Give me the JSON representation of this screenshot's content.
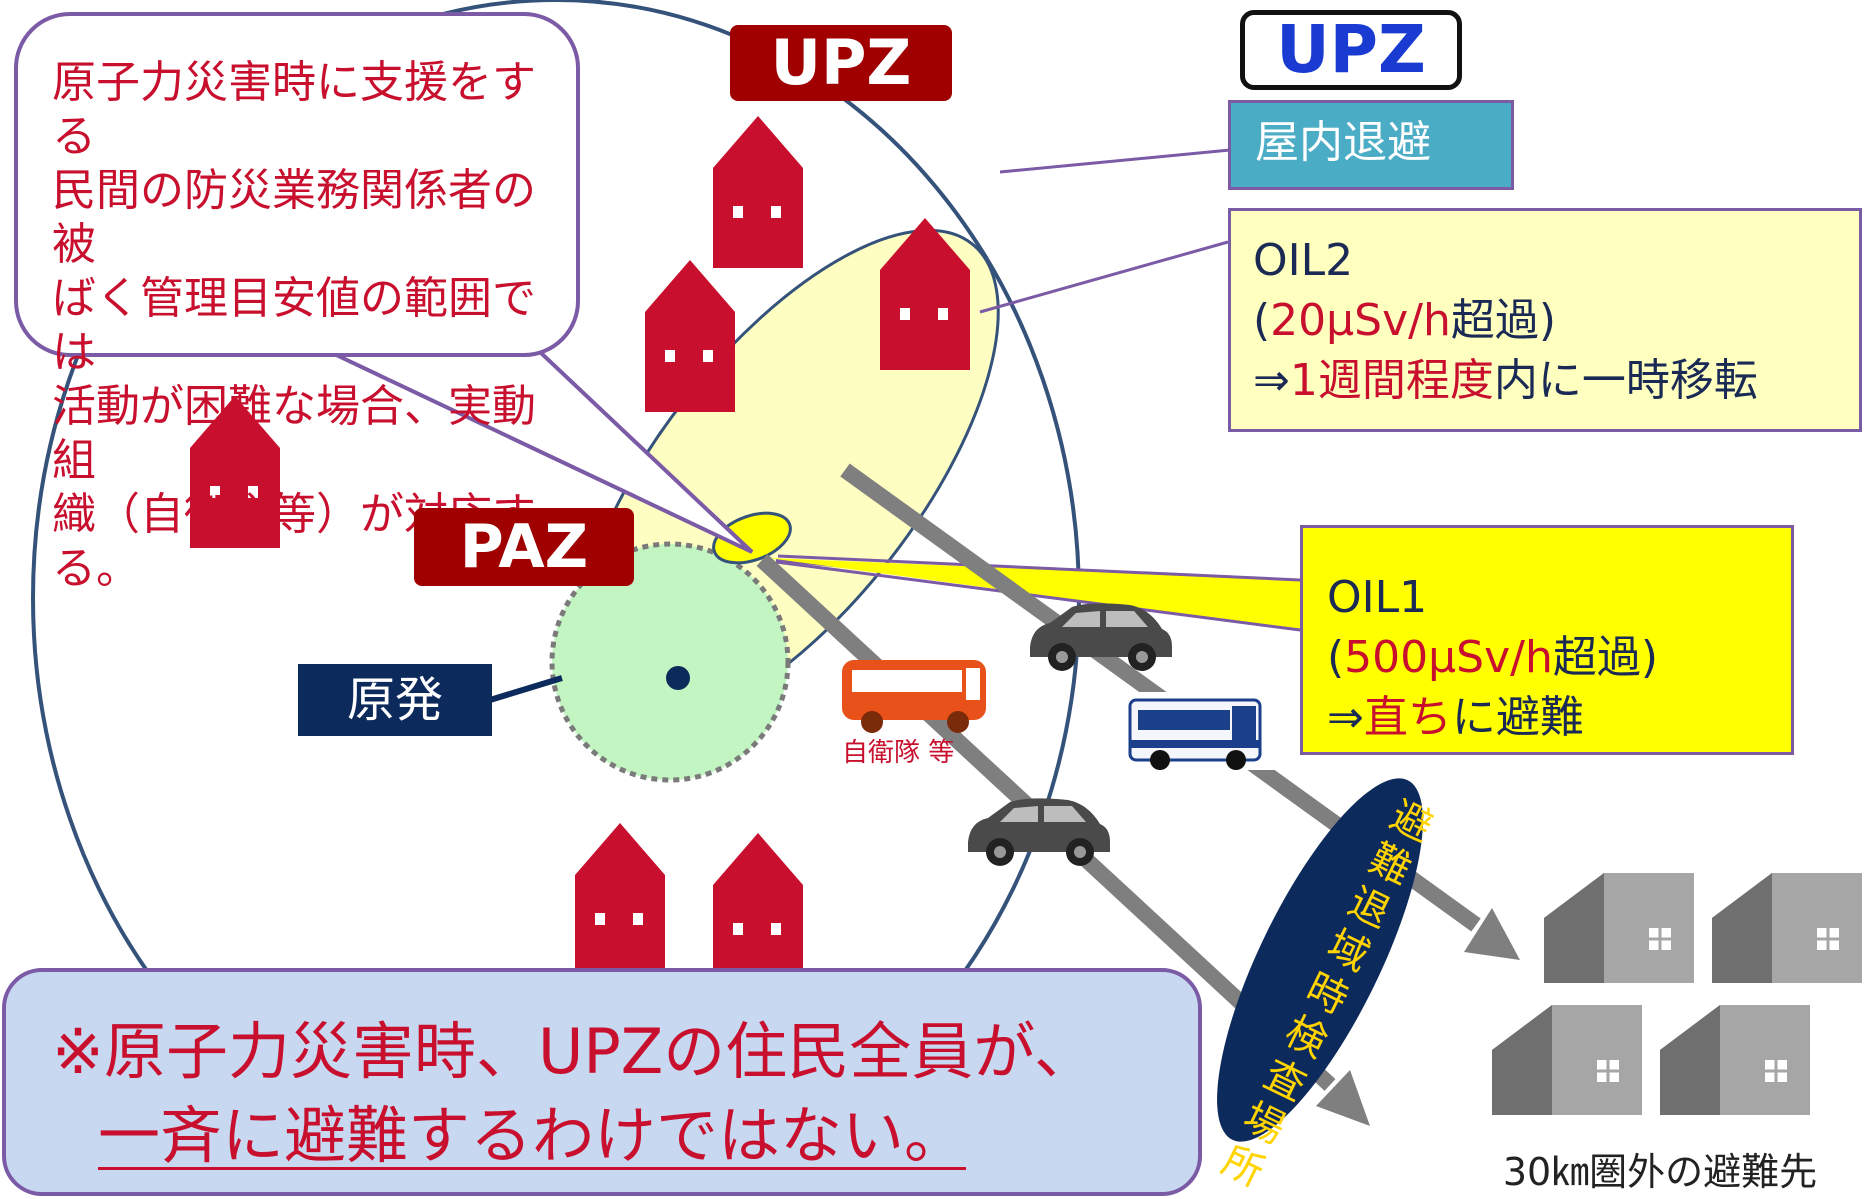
{
  "bubble": {
    "text": "原子力災害時に支援をする\n民間の防災業務関係者の被\nばく管理目安値の範囲では\n活動が困難な場合、実動組\n織（自衛隊等）が対応する。"
  },
  "upz_tag": "UPZ",
  "paz_tag": "PAZ",
  "legend": {
    "upz": "UPZ",
    "shelter": "屋内退避",
    "oil2": {
      "line1": "OIL2",
      "line2_pre": "(",
      "line2_red": "20μSv/h",
      "line2_post": "超過)",
      "line3_pre": "⇒",
      "line3_red": "1週間程度",
      "line3_post": "内に一時移転"
    },
    "oil1": {
      "line1": "OIL1",
      "line2_pre": "(",
      "line2_red": "500μSv/h",
      "line2_post": "超過)",
      "line3_pre": "⇒",
      "line3_red": "直ち",
      "line3_post": "に避難"
    }
  },
  "plant_label": "原発",
  "bus_label": "自衛隊 等",
  "checkpoint_label": "避難退域時検査場所",
  "destination_label": "30㎞圏外の避難先",
  "note": {
    "line1": "※原子力災害時、UPZの住民全員が、",
    "line2": "一斉に避難するわけではない。"
  },
  "colors": {
    "house": "#c8102e",
    "upz_tag": "#a00000",
    "shelter": "#4bacc6",
    "oil2": "#ffffc0",
    "oil1": "#ffff00",
    "paz": "#c2f5c2",
    "checkpoint": "#0d2a5c",
    "note_bg": "#c7d8f0"
  }
}
